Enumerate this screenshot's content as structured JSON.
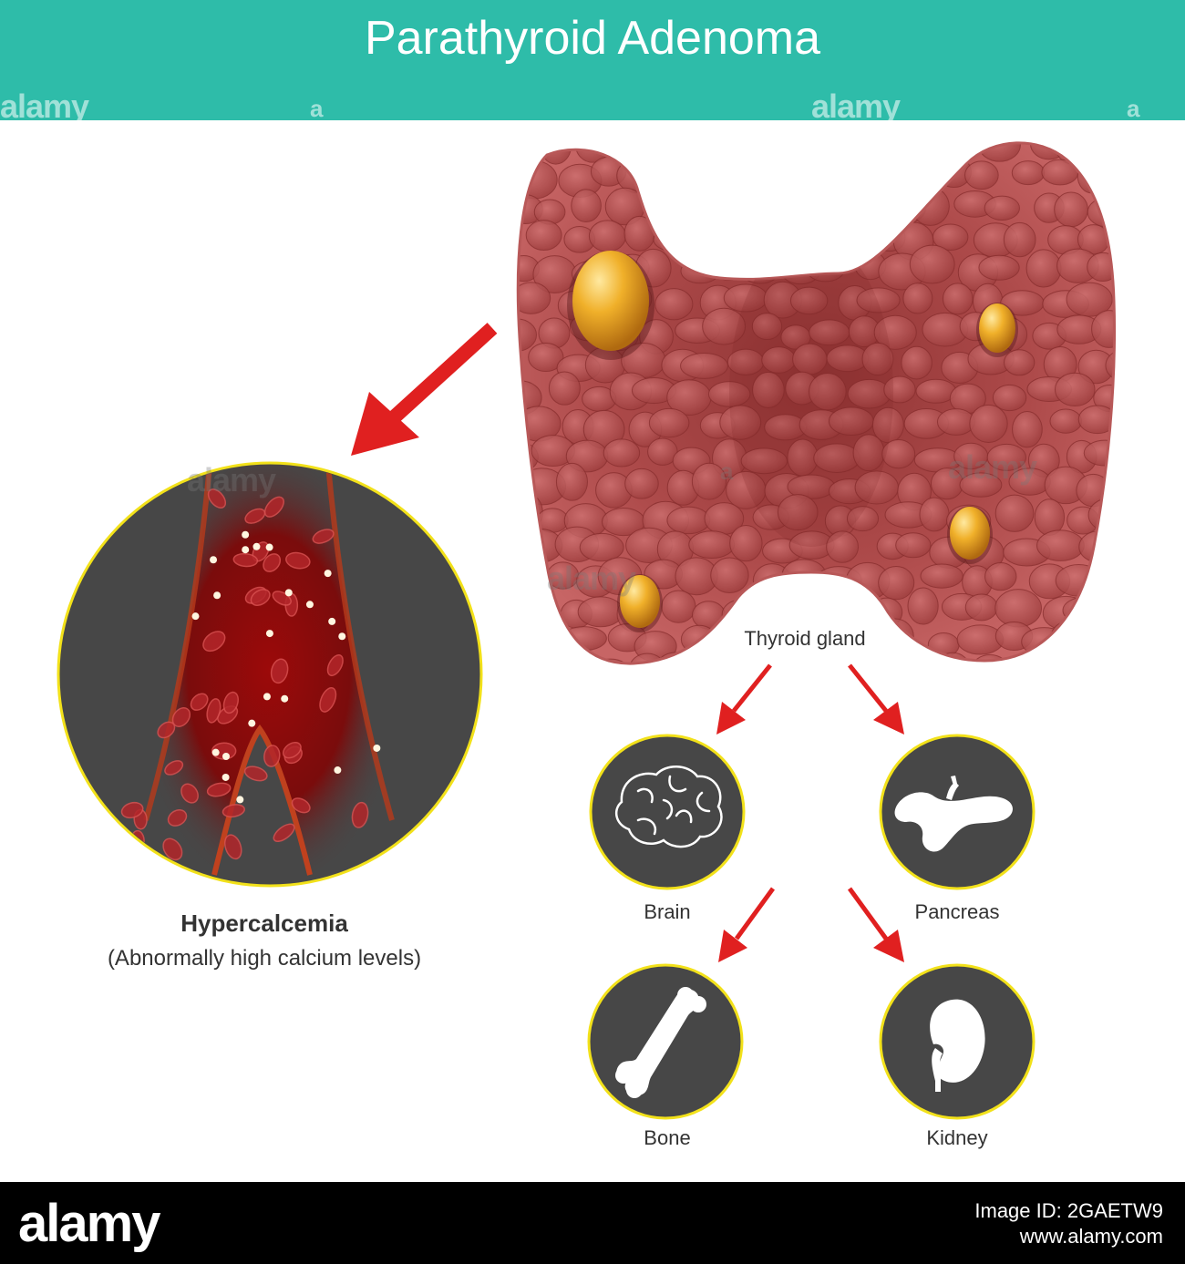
{
  "title": "Parathyroid Adenoma",
  "labels": {
    "thyroid": "Thyroid gland",
    "brain": "Brain",
    "pancreas": "Pancreas",
    "bone": "Bone",
    "kidney": "Kidney",
    "hypercalcemia": "Hypercalcemia",
    "hypercalcemia_sub": "(Abnormally high calcium levels)"
  },
  "watermark": {
    "text": "alamy",
    "mark": "a"
  },
  "footer": {
    "logo": "alamy",
    "image_id": "Image ID: 2GAETW9",
    "site": "www.alamy.com"
  },
  "colors": {
    "header": "#2ebca9",
    "thyroid": "#a84848",
    "adenoma": "#f0b030",
    "arrow": "#e02020",
    "circle_bg": "#474747",
    "circle_border": "#f2e11a"
  },
  "icons": [
    "brain-icon",
    "pancreas-icon",
    "bone-icon",
    "kidney-icon"
  ]
}
